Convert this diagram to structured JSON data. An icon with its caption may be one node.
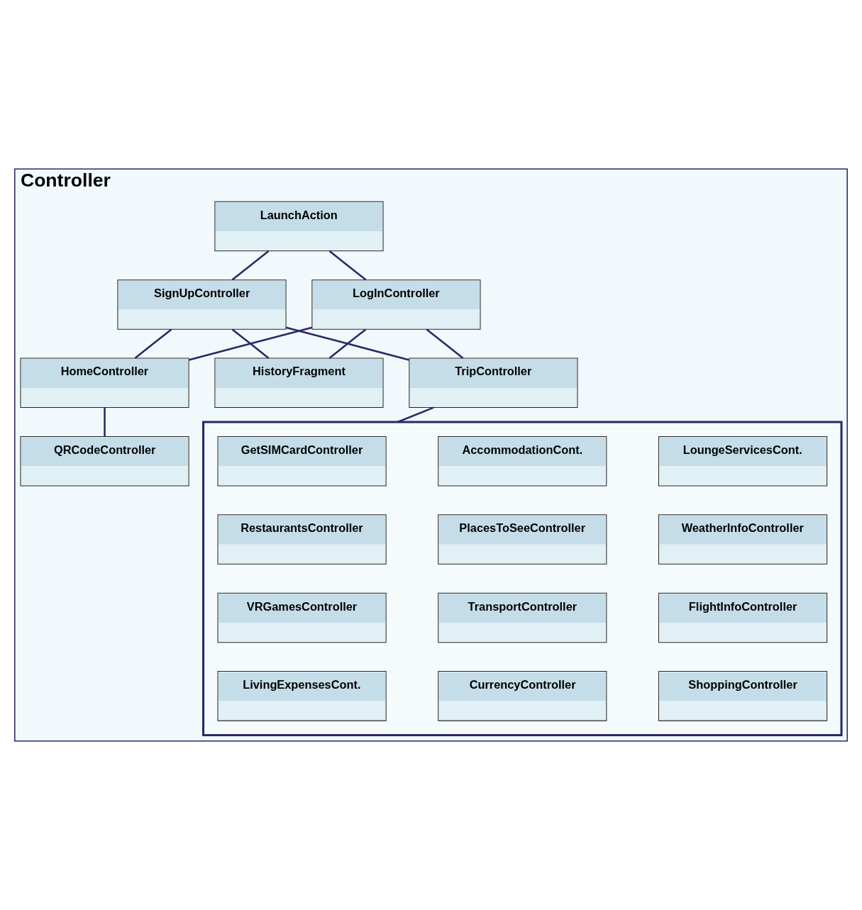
{
  "diagram": {
    "nodes": [
      {
        "text": [
          "Controller"
        ]
      },
      {
        "text": [
          "LaunchAction"
        ],
        "in": 0
      },
      {
        "text": [
          "SignUpController"
        ],
        "in": 0
      },
      {
        "text": [
          "LogInController"
        ],
        "in": 0
      },
      {
        "text": [
          "HomeController"
        ],
        "in": 0
      },
      {
        "text": [
          "TripController"
        ],
        "in": 0
      },
      {
        "text": [
          "HistoryFragment"
        ],
        "in": 0
      },
      {
        "text": [
          "QRCodeController"
        ],
        "in": 0
      },
      {
        "text": [],
        "shape": "box",
        "in": 0
      },
      {
        "text": [
          "GetSIMCardController"
        ],
        "in": 8
      },
      {
        "text": [
          "AccommodationCont."
        ],
        "in": 8
      },
      {
        "text": [
          "LoungeServicesCont."
        ],
        "in": 8
      },
      {
        "text": [
          "RestaurantsController"
        ],
        "in": 8
      },
      {
        "text": [
          "PlacesToSeeController"
        ],
        "in": 8
      },
      {
        "text": [
          "WeatherInfoController"
        ],
        "in": 8
      },
      {
        "text": [
          "VRGamesController"
        ],
        "in": 8
      },
      {
        "text": [
          "TransportController"
        ],
        "in": 8
      },
      {
        "text": [
          "FlightInfoController"
        ],
        "in": 8
      },
      {
        "text": [
          "LivingExpensesCont."
        ],
        "in": 8
      },
      {
        "text": [
          "CurrencyController"
        ],
        "in": 8
      },
      {
        "text": [
          "ShoppingController"
        ],
        "in": 8
      }
    ],
    "edges": [
      {
        "from": 1,
        "to": 2,
        "arrow": "none"
      },
      {
        "from": 1,
        "to": 3,
        "arrow": "none"
      },
      {
        "from": 2,
        "to": 4,
        "arrow": "none"
      },
      {
        "from": 2,
        "to": 5,
        "arrow": "none"
      },
      {
        "from": 2,
        "to": 6,
        "arrow": "none"
      },
      {
        "from": 3,
        "to": 4,
        "arrow": "none"
      },
      {
        "from": 3,
        "to": 5,
        "arrow": "none"
      },
      {
        "from": 3,
        "to": 6,
        "arrow": "none"
      },
      {
        "from": 4,
        "to": 7,
        "arrow": "none"
      },
      {
        "from": 5,
        "to": 8,
        "arrow": "none"
      }
    ]
  }
}
